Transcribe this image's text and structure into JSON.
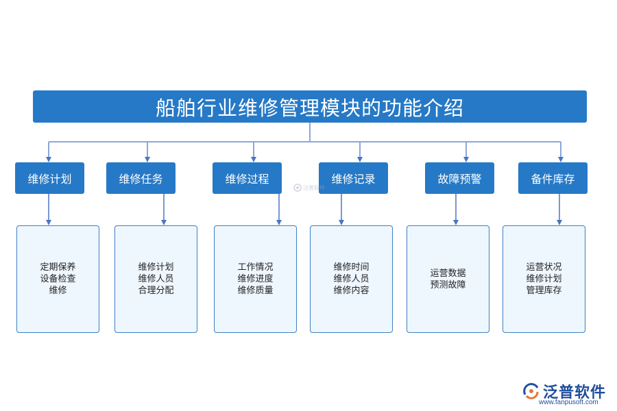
{
  "title": "船舶行业维修管理模块的功能介绍",
  "modules": [
    {
      "label": "维修计划",
      "items": [
        "定期保养",
        "设备检查",
        "维修"
      ]
    },
    {
      "label": "维修任务",
      "items": [
        "维修计划",
        "维修人员",
        "合理分配"
      ]
    },
    {
      "label": "维修过程",
      "items": [
        "工作情况",
        "维修进度",
        "维修质量"
      ]
    },
    {
      "label": "维修记录",
      "items": [
        "维修时间",
        "维修人员",
        "维修内容"
      ]
    },
    {
      "label": "故障预警",
      "items": [
        "运营数据",
        "预测故障"
      ]
    },
    {
      "label": "备件库存",
      "items": [
        "运营状况",
        "维修计划",
        "管理库存"
      ]
    }
  ],
  "watermark": "泛普软件",
  "logo": {
    "name": "泛普软件",
    "url": "www.fanpusoft.com"
  },
  "colors": {
    "primary": "#2679c6",
    "box_fill": "#eef6fe",
    "connector": "#8aa8d6",
    "box_border": "#3b7fc4"
  }
}
